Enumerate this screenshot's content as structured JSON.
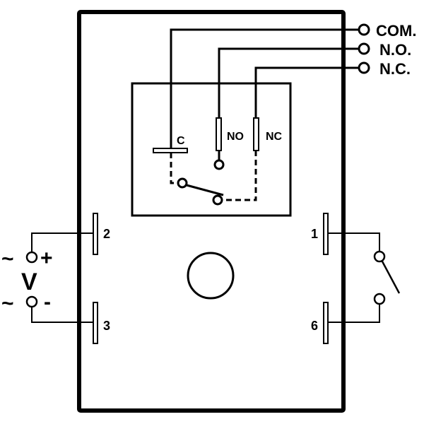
{
  "terminals_top": [
    {
      "label": "COM."
    },
    {
      "label": "N.O."
    },
    {
      "label": "N.C."
    }
  ],
  "contacts": {
    "common": "C",
    "normally_open": "NO",
    "normally_closed": "NC"
  },
  "pins": {
    "pin2": "2",
    "pin3": "3",
    "pin1": "1",
    "pin6": "6"
  },
  "supply": {
    "tilde_top": "~",
    "plus": "+",
    "voltage": "V",
    "tilde_bottom": "~",
    "minus": "-"
  },
  "colors": {
    "stroke": "#000000",
    "background": "#ffffff"
  }
}
